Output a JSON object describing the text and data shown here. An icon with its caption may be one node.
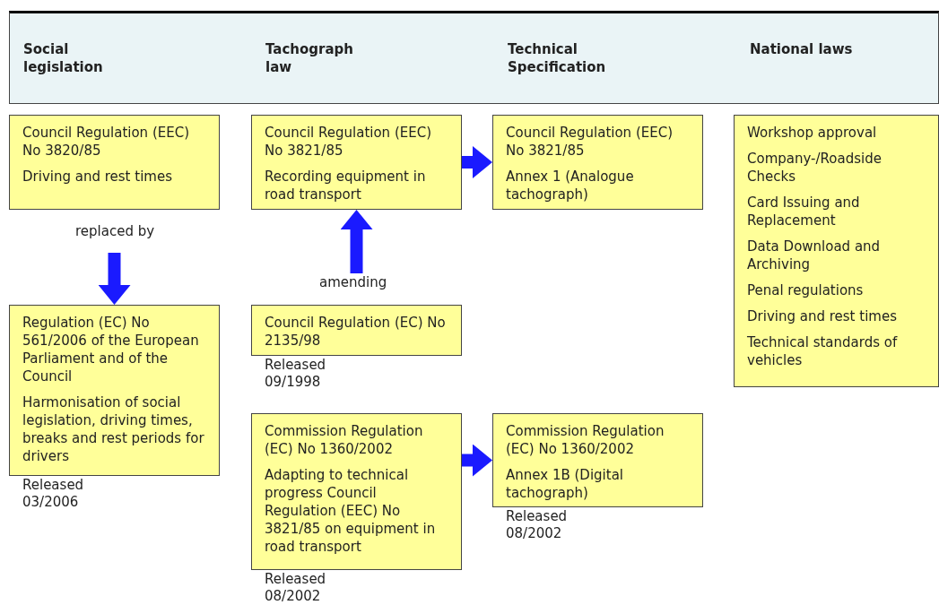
{
  "diagram": {
    "nodes": [
      {
        "text": [
          "Social legislation",
          "Tachograph law",
          "Technical Specification",
          "National laws"
        ]
      },
      {
        "text": [
          "Council Regulation (EEC) No 3820/85",
          "Driving and rest times"
        ]
      },
      {
        "text": [
          "Council Regulation (EEC) No 3821/85",
          "Recording equipment in road transport"
        ]
      },
      {
        "text": [
          "Council Regulation (EEC) No 3821/85",
          "Annex 1 (Analogue tachograph)"
        ]
      },
      {
        "text": [
          "Workshop approval",
          "Company-/Roadside Checks",
          "Card Issuing and Replacement",
          "Data Download and Archiving",
          "Penal regulations",
          "Driving and rest times",
          "Technical standards of vehicles"
        ]
      },
      {
        "text": [
          "Regulation (EC) No 561/2006 of the European Parliament and of the Council",
          "Harmonisation of social legislation, driving times, breaks and rest periods for drivers"
        ],
        "beside": [
          "Released 03/2006"
        ]
      },
      {
        "text": [
          "Council Regulation (EC) No 2135/98"
        ],
        "beside": [
          "Released 09/1998"
        ]
      },
      {
        "text": [
          "Commission Regulation (EC) No 1360/2002",
          "Adapting to technical progress Council Regulation (EEC) No 3821/85 on equipment in road transport"
        ],
        "beside": [
          "Released 08/2002"
        ]
      },
      {
        "text": [
          "Commission Regulation (EC) No 1360/2002",
          "Annex 1B (Digital tachograph)"
        ],
        "beside": [
          "Released 08/2002"
        ]
      }
    ],
    "edges": [
      {
        "from": 2,
        "to": 3,
        "arrow": "to"
      },
      {
        "from": 1,
        "to": 5,
        "arrow": "to",
        "label": "replaced by"
      },
      {
        "from": 6,
        "to": 2,
        "arrow": "to",
        "label": "amending"
      },
      {
        "from": 7,
        "to": 8,
        "arrow": "to"
      }
    ]
  }
}
